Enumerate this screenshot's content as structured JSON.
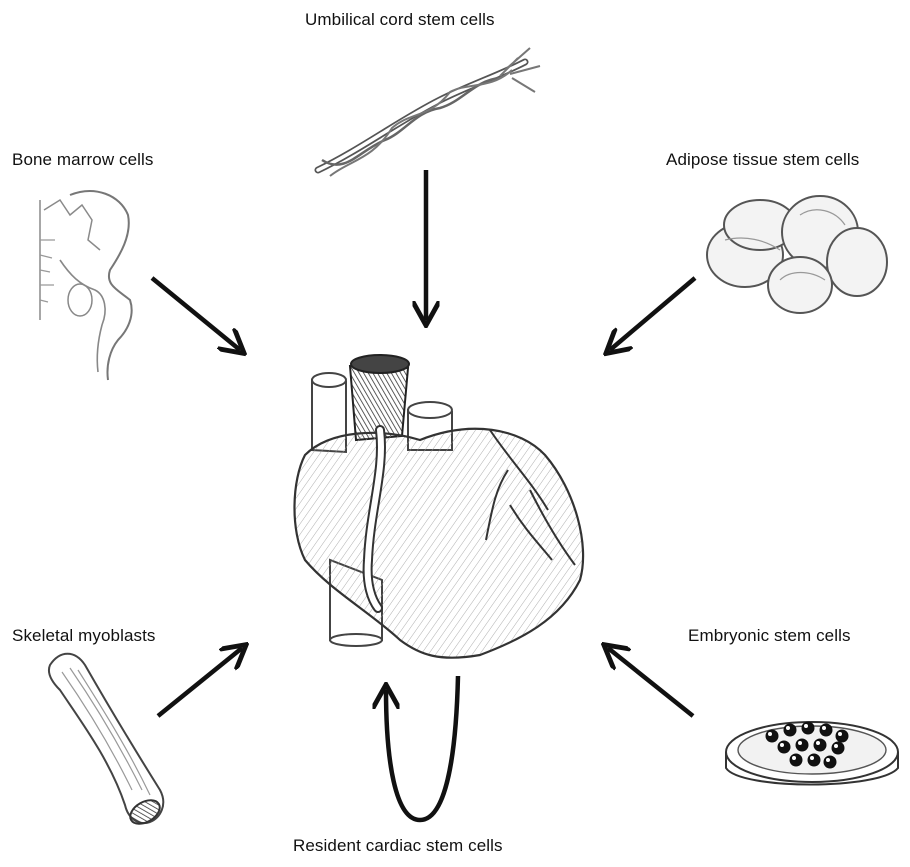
{
  "labels": {
    "umbilical": "Umbilical cord stem cells",
    "bone_marrow": "Bone marrow cells",
    "adipose": "Adipose tissue stem cells",
    "skeletal": "Skeletal myoblasts",
    "embryonic": "Embryonic stem cells",
    "resident": "Resident cardiac stem cells"
  },
  "icons": {
    "center": "heart-icon",
    "umbilical": "umbilical-cord-icon",
    "bone_marrow": "pelvis-bone-icon",
    "adipose": "fat-cells-icon",
    "skeletal": "muscle-fiber-icon",
    "embryonic": "petri-dish-icon"
  },
  "colors": {
    "ink": "#111111",
    "sketch": "#555555",
    "light_sketch": "#8a8a8a"
  }
}
